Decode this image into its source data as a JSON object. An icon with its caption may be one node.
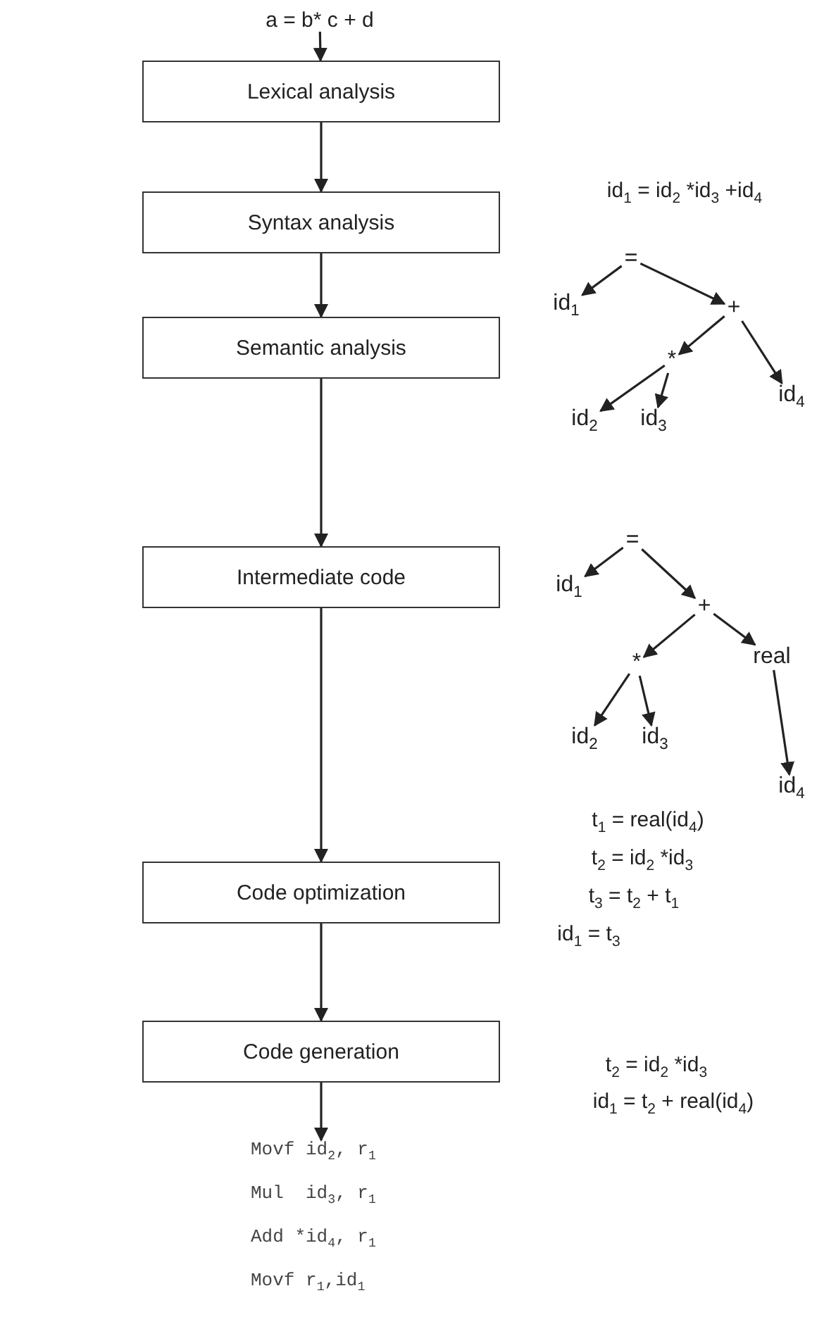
{
  "diagram": {
    "nodes": [
      {
        "text": [
          "a = b* c + d"
        ]
      },
      {
        "text": [
          "Lexical analysis"
        ]
      },
      {
        "text": [
          "Syntax analysis"
        ]
      },
      {
        "text": [
          "Semantic analysis"
        ]
      },
      {
        "text": [
          "Intermediate code"
        ]
      },
      {
        "text": [
          "Code optimization"
        ]
      },
      {
        "text": [
          "Code generation"
        ]
      },
      {
        "text": [
          "Movf id$_{2}$, r$_{1}$",
          "Mul  id$_{3}$, r$_{1}$",
          "Add *id$_{4}$, r$_{1}$",
          "Movf r$_{1}$,id$_{1}$"
        ]
      },
      {
        "text": [
          "="
        ]
      },
      {
        "text": [
          "id$_{1}$"
        ]
      },
      {
        "text": [
          "+"
        ]
      },
      {
        "text": [
          "*"
        ]
      },
      {
        "text": [
          "id$_{4}$"
        ]
      },
      {
        "text": [
          "id$_{2}$"
        ]
      },
      {
        "text": [
          "id$_{3}$"
        ]
      },
      {
        "text": [
          "="
        ]
      },
      {
        "text": [
          "id$_{1}$"
        ]
      },
      {
        "text": [
          "+"
        ]
      },
      {
        "text": [
          "*"
        ]
      },
      {
        "text": [
          "real"
        ]
      },
      {
        "text": [
          "id$_{2}$"
        ]
      },
      {
        "text": [
          "id$_{3}$"
        ]
      },
      {
        "text": [
          "id$_{4}$"
        ]
      }
    ],
    "edges": [
      {
        "from": 0,
        "to": 1,
        "arrow": "to"
      },
      {
        "from": 1,
        "to": 2,
        "arrow": "to"
      },
      {
        "from": 2,
        "to": 3,
        "arrow": "to"
      },
      {
        "from": 3,
        "to": 4,
        "arrow": "to"
      },
      {
        "from": 4,
        "to": 5,
        "arrow": "to"
      },
      {
        "from": 5,
        "to": 6,
        "arrow": "to"
      },
      {
        "from": 6,
        "to": 7,
        "arrow": "to"
      },
      {
        "from": 8,
        "to": 9,
        "arrow": "to"
      },
      {
        "from": 8,
        "to": 10,
        "arrow": "to"
      },
      {
        "from": 10,
        "to": 11,
        "arrow": "to"
      },
      {
        "from": 10,
        "to": 12,
        "arrow": "to"
      },
      {
        "from": 11,
        "to": 13,
        "arrow": "to"
      },
      {
        "from": 11,
        "to": 14,
        "arrow": "to"
      },
      {
        "from": 15,
        "to": 16,
        "arrow": "to"
      },
      {
        "from": 15,
        "to": 17,
        "arrow": "to"
      },
      {
        "from": 17,
        "to": 18,
        "arrow": "to"
      },
      {
        "from": 17,
        "to": 19,
        "arrow": "to"
      },
      {
        "from": 18,
        "to": 20,
        "arrow": "to"
      },
      {
        "from": 18,
        "to": 21,
        "arrow": "to"
      },
      {
        "from": 19,
        "to": 22,
        "arrow": "to"
      }
    ],
    "labels": [
      "id$_{1}$ = id$_{2}$ *id$_{3}$ +id$_{4}$",
      "t$_{1}$ = real(id$_{4}$)",
      "t$_{2}$ = id$_{2}$ *id$_{3}$",
      "t$_{3}$ = t$_{2}$ + t$_{1}$",
      "id$_{1}$ = t$_{3}$",
      "t$_{2}$ = id$_{2}$ *id$_{3}$",
      "id$_{1}$ = t$_{2}$ + real(id$_{4}$)"
    ]
  }
}
